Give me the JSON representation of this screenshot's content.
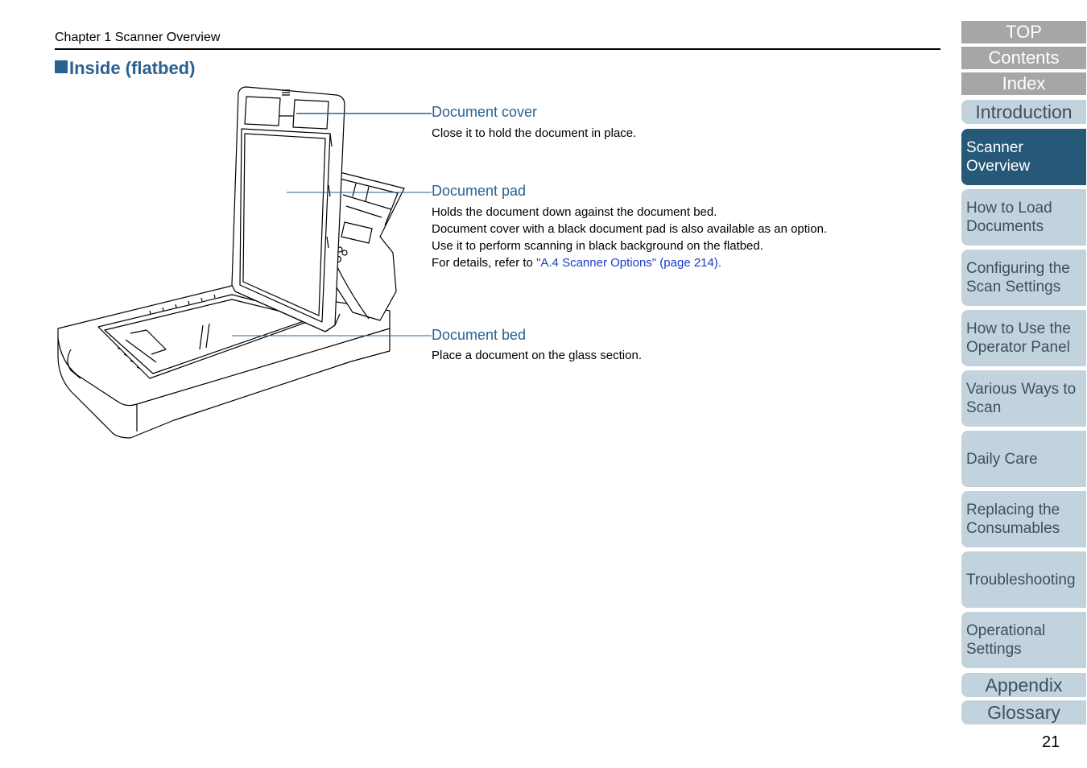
{
  "header": {
    "chapter": "Chapter 1 Scanner Overview"
  },
  "section": {
    "marker": "■",
    "title": "Inside (flatbed)"
  },
  "callouts": {
    "cover": {
      "title": "Document cover",
      "lines": [
        "Close it to hold the document in place."
      ]
    },
    "pad": {
      "title": "Document pad",
      "lines": [
        "Holds the document down against the document bed.",
        "Document cover with a black document pad is also available as an option.",
        "Use it to perform scanning in black background on the flatbed."
      ],
      "details_prefix": "For details, refer to ",
      "details_link": "\"A.4 Scanner Options\" (page 214)."
    },
    "bed": {
      "title": "Document bed",
      "lines": [
        "Place a document on the glass section."
      ]
    }
  },
  "nav": {
    "top": "TOP",
    "contents": "Contents",
    "index": "Index",
    "introduction": "Introduction",
    "scanner_overview_1": "Scanner",
    "scanner_overview_2": "Overview",
    "load_1": "How to Load",
    "load_2": "Documents",
    "config_1": "Configuring the",
    "config_2": "Scan Settings",
    "operator_1": "How to Use the",
    "operator_2": "Operator Panel",
    "ways_1": "Various Ways to",
    "ways_2": "Scan",
    "daily_care": "Daily Care",
    "replacing_1": "Replacing the",
    "replacing_2": "Consumables",
    "troubleshooting": "Troubleshooting",
    "operational_1": "Operational",
    "operational_2": "Settings",
    "appendix": "Appendix",
    "glossary": "Glossary"
  },
  "page_number": "21",
  "colors": {
    "accent": "#2a6190",
    "nav_active": "#265877",
    "nav_chapter": "#c3d3de",
    "nav_top": "#a6a6a6",
    "link": "#1a3cc8"
  }
}
